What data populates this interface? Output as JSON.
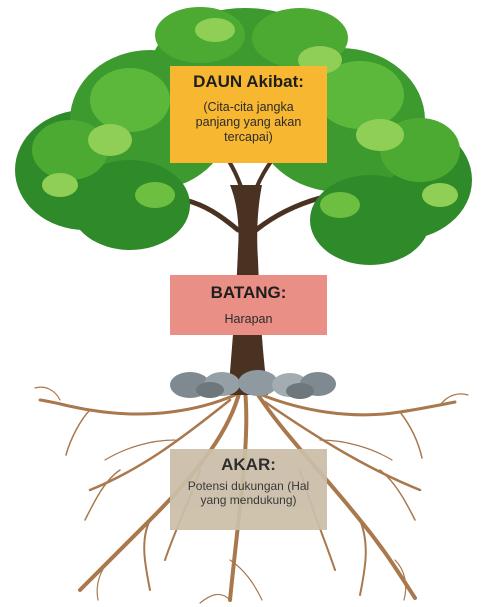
{
  "boxes": {
    "daun": {
      "title": "DAUN Akibat:",
      "body": "(Cita-cita jangka panjang yang akan tercapai)",
      "color": "#f7b731"
    },
    "batang": {
      "title": "BATANG:",
      "body": "Harapan",
      "color": "#ea8f86"
    },
    "akar": {
      "title": "AKAR:",
      "body": "Potensi dukungan (Hal yang mendukung)",
      "color": "#cbbea8"
    }
  },
  "colors": {
    "foliage_dark": "#2f8a2a",
    "foliage_mid": "#4caa33",
    "foliage_light": "#8fcf55",
    "trunk": "#4a3222",
    "roots": "#a9784d",
    "rocks": "#8f9aa0"
  }
}
